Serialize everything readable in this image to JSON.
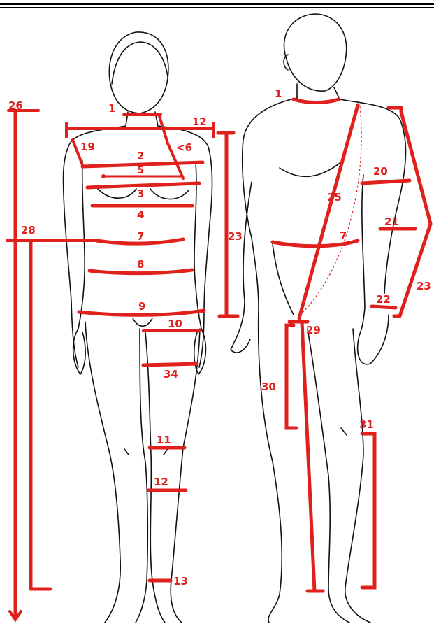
{
  "colors": {
    "measure": "#e0201c",
    "outline": "#111111",
    "background": "#ffffff"
  },
  "female": {
    "labels": {
      "l1": "1",
      "l12": "12",
      "l19": "19",
      "l2": "2",
      "l6": "<6",
      "l5": "5",
      "l3": "3",
      "l4": "4",
      "l23": "23",
      "l26": "26",
      "l28": "28",
      "l7": "7",
      "l8": "8",
      "l9": "9",
      "l10": "10",
      "l34": "34",
      "l11": "11",
      "l12b": "12",
      "l13": "13"
    }
  },
  "male": {
    "labels": {
      "l1": "1",
      "l25": "25",
      "l20": "20",
      "l21": "21",
      "l7": "7",
      "l23": "23",
      "l22": "22",
      "l29": "29",
      "l30": "30",
      "l31": "31"
    }
  }
}
